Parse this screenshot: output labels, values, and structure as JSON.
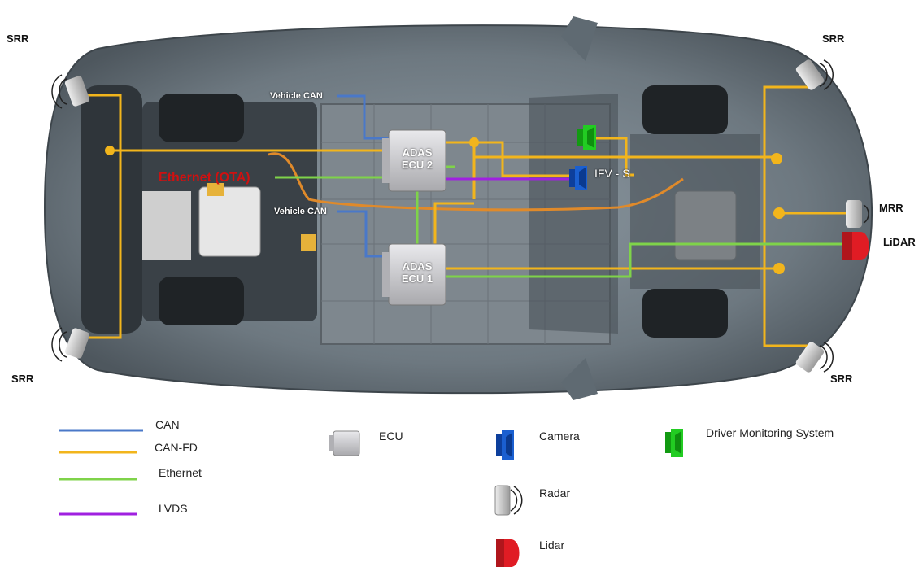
{
  "labels": {
    "srr_top_left": "SRR",
    "srr_top_right": "SRR",
    "srr_bottom_left": "SRR",
    "srr_bottom_right": "SRR",
    "mrr": "MRR",
    "lidar": "LiDAR",
    "vehicle_can_top": "Vehicle CAN",
    "vehicle_can_mid": "Vehicle CAN",
    "adas_ecu_2_line1": "ADAS",
    "adas_ecu_2_line2": "ECU 2",
    "adas_ecu_1_line1": "ADAS",
    "adas_ecu_1_line2": "ECU 1",
    "ethernet_ota": "Ethernet (OTA)",
    "ifv": "IFV - S"
  },
  "legend": {
    "lines": [
      {
        "label": "CAN",
        "color": "#4a78c8"
      },
      {
        "label": "CAN-FD",
        "color": "#f2b51c"
      },
      {
        "label": "Ethernet",
        "color": "#7fd34a"
      },
      {
        "label": "LVDS",
        "color": "#a020e0"
      }
    ],
    "ecu": "ECU",
    "camera": "Camera",
    "dms": "Driver Monitoring System",
    "radar": "Radar",
    "lidar": "Lidar"
  },
  "colors": {
    "can": "#4a78c8",
    "can_fd": "#f2b51c",
    "ethernet": "#7fd34a",
    "lvds": "#a020e0",
    "camera": "#1a5fd0",
    "dms": "#22cc22",
    "lidar": "#e01c24",
    "ota_text": "#d01010"
  }
}
